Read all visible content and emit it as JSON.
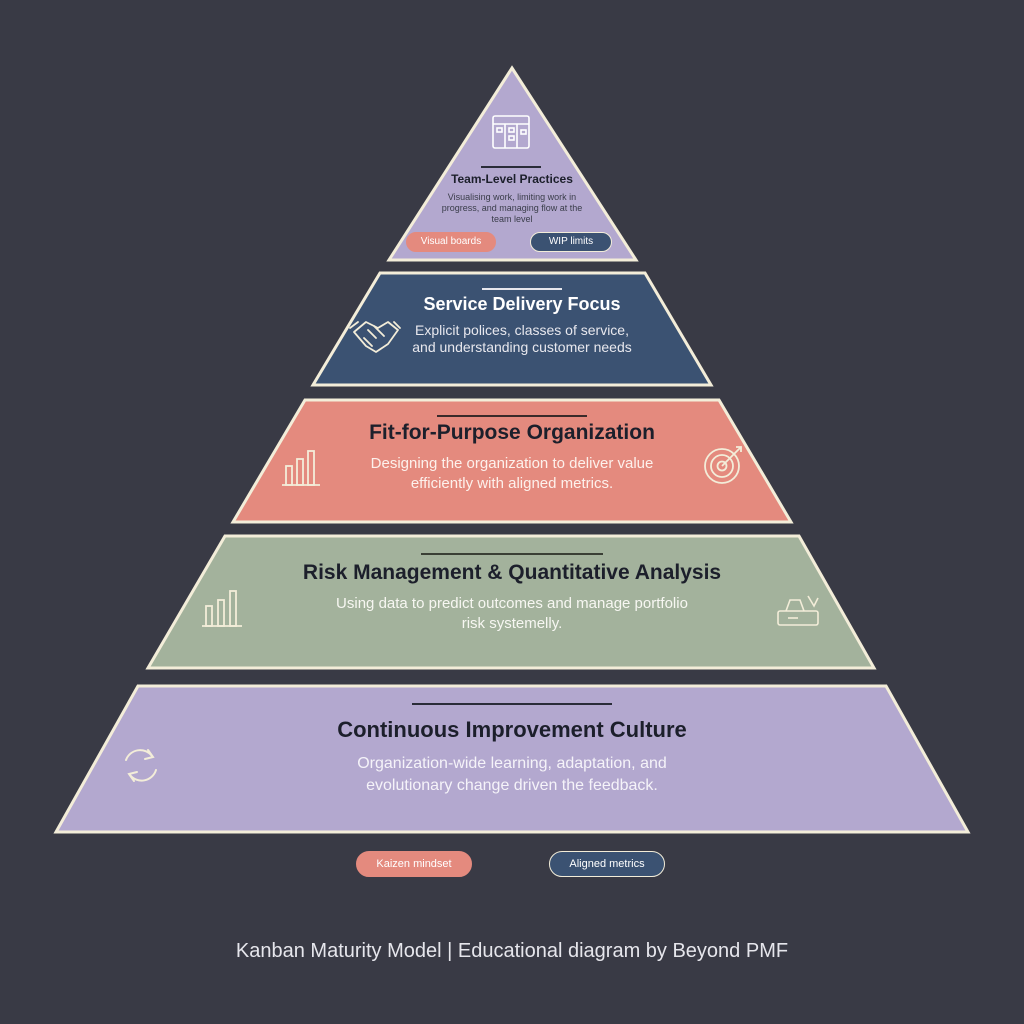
{
  "tiers": [
    {
      "title": "Team-Level Practices",
      "description": "Visualising work, limiting work in progress, and managing flow at the team level",
      "color": "#b3a8cf",
      "tags": [
        {
          "label": "Visual boards",
          "color": "#e48a7e"
        },
        {
          "label": "WIP limits",
          "color": "#3b5272"
        }
      ],
      "icon": "kanban-board-icon"
    },
    {
      "title": "Service Delivery Focus",
      "description": "Explicit polices, classes of service, and understanding customer needs",
      "color": "#3b5272",
      "icon": "handshake-icon"
    },
    {
      "title": "Fit-for-Purpose Organization",
      "description": "Designing the organization to deliver value efficiently with aligned metrics.",
      "color": "#e48a7e",
      "icon_left": "bar-chart-icon",
      "icon_right": "target-icon"
    },
    {
      "title": "Risk Management & Quantitative Analysis",
      "description": "Using data to predict outcomes and manage portfolio risk systemelly.",
      "color": "#a3b29c",
      "icon_left": "bar-chart-icon",
      "icon_right": "portfolio-icon"
    },
    {
      "title": "Continuous Improvement Culture",
      "description": "Organization-wide learning, adaptation, and evolutionary change driven the feedback.",
      "color": "#b3a8cf",
      "icon": "cycle-arrows-icon"
    }
  ],
  "bottom_tags": [
    {
      "label": "Kaizen mindset",
      "color": "#e48a7e"
    },
    {
      "label": "Aligned metrics",
      "color": "#3b5272"
    }
  ],
  "footer": "Kanban Maturity Model | Educational diagram by Beyond PMF",
  "colors": {
    "background": "#393a45",
    "border": "#f3edd9",
    "dark_text": "#1c1f2b",
    "light_text": "#ffffff"
  }
}
